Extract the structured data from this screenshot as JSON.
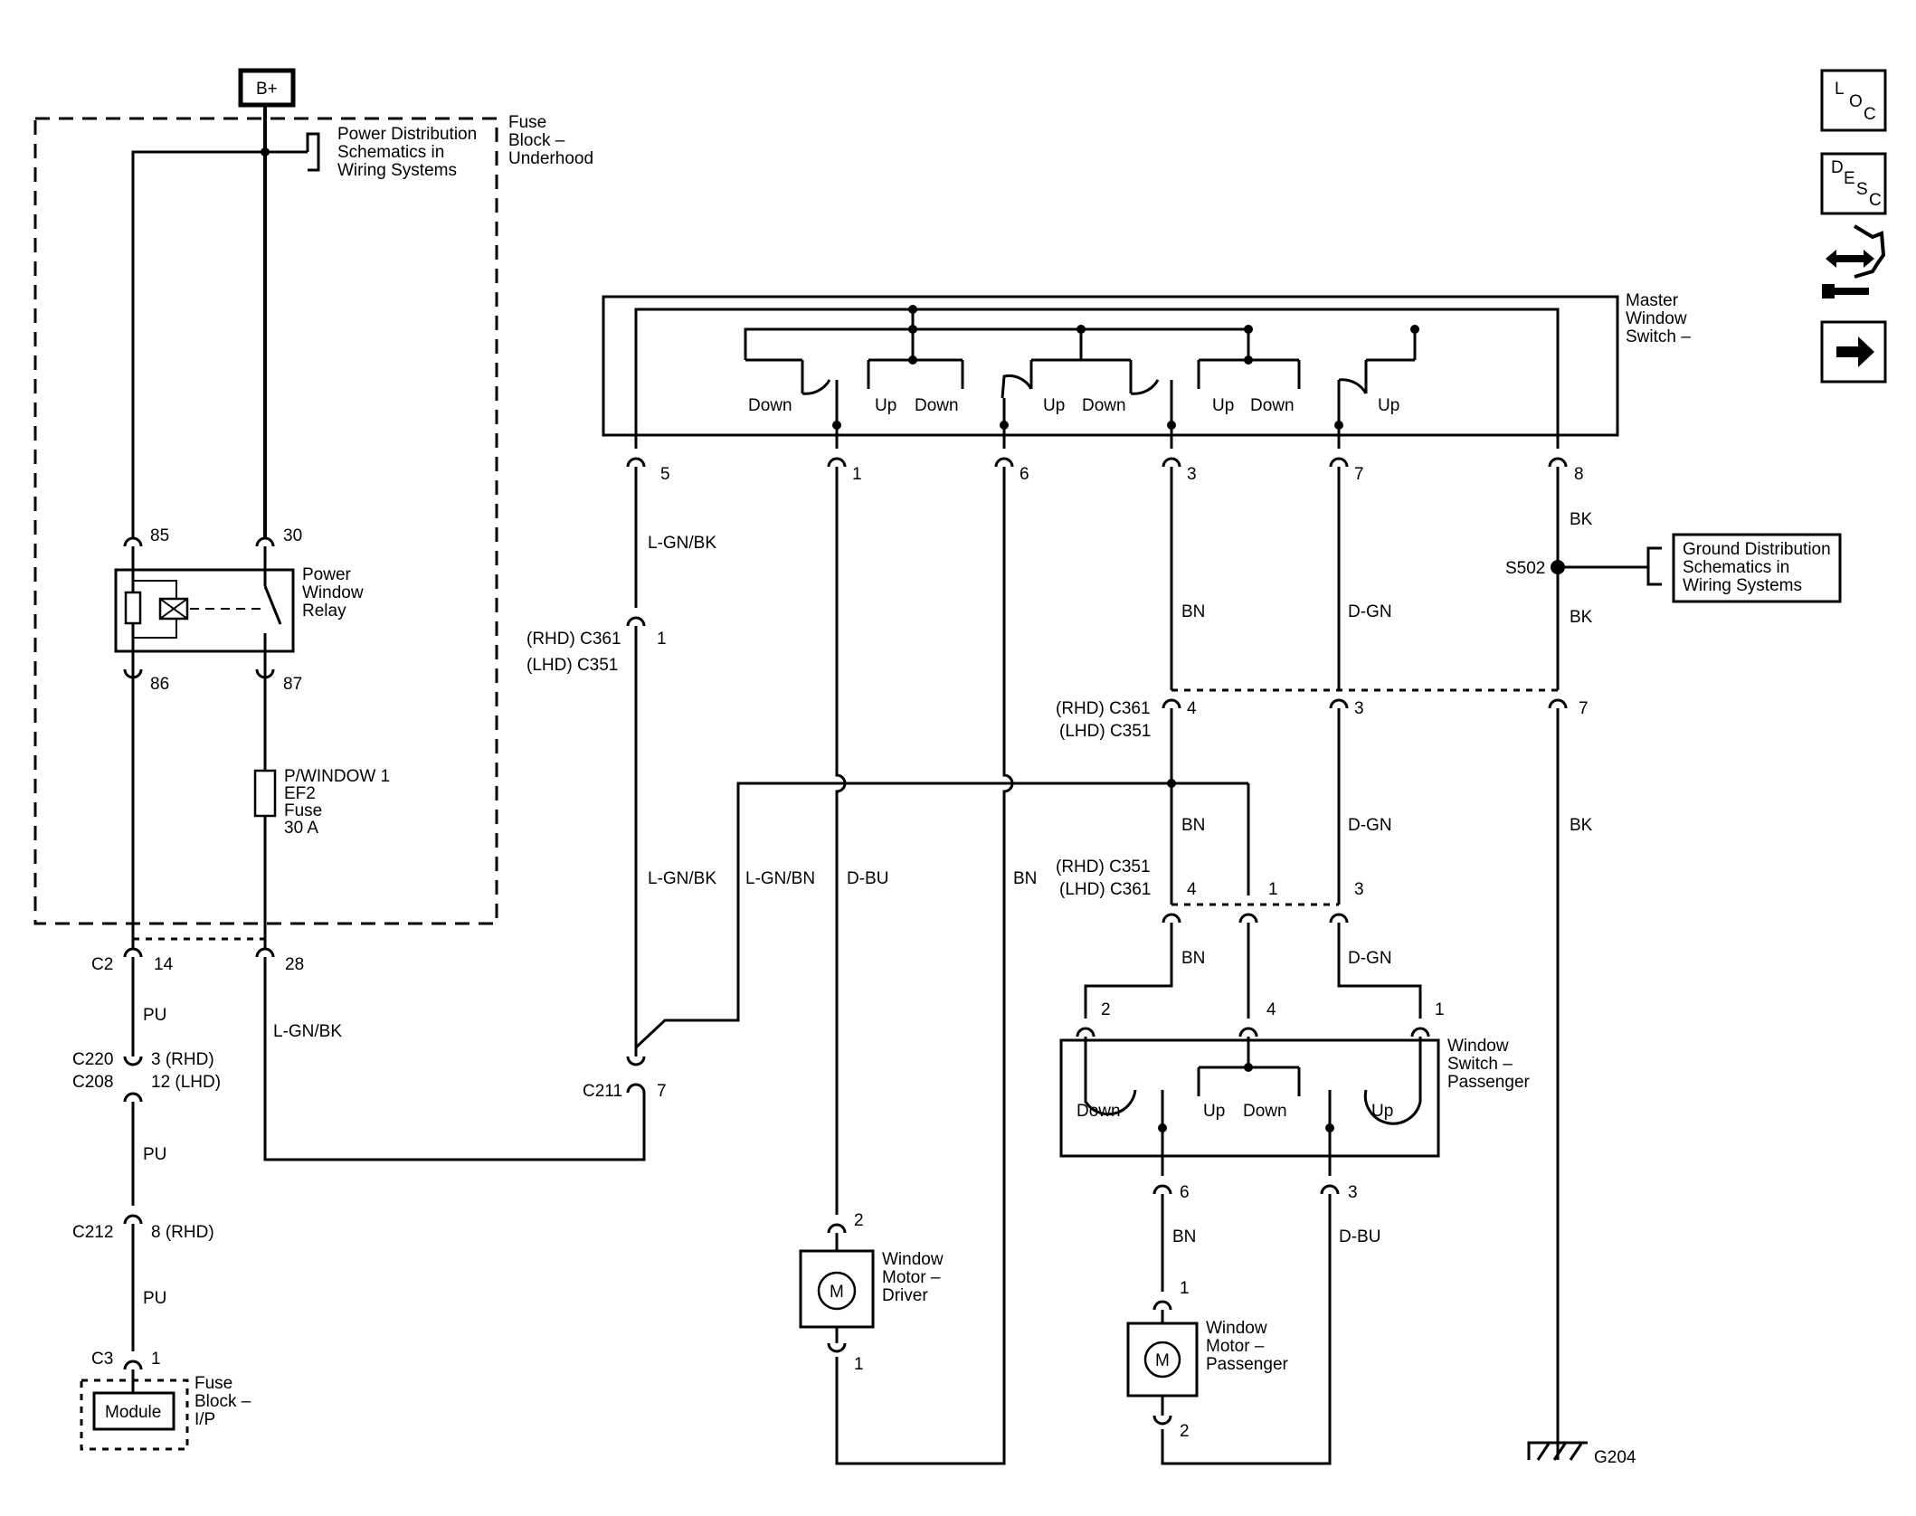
{
  "supply": {
    "label": "B+"
  },
  "fuse_block_underhood": {
    "label_1": "Fuse",
    "label_2": "Block –",
    "label_3": "Underhood"
  },
  "power_distribution_ref": {
    "line_1": "Power Distribution",
    "line_2": "Schematics in",
    "line_3": "Wiring Systems"
  },
  "relay": {
    "line_1": "Power",
    "line_2": "Window",
    "line_3": "Relay",
    "pin_85": "85",
    "pin_30": "30",
    "pin_86": "86",
    "pin_87": "87"
  },
  "fuse": {
    "line_1": "P/WINDOW 1",
    "line_2": "EF2",
    "line_3": "Fuse",
    "line_4": "30 A"
  },
  "left_connectors": {
    "c2": "C2",
    "c2_pin_14": "14",
    "c2_pin_28": "28",
    "c220": "C220",
    "c208": "C208",
    "c220_pin": "3 (RHD)",
    "c208_pin": "12 (LHD)",
    "c212": "C212",
    "c212_pin": "8 (RHD)",
    "c3": "C3",
    "c3_pin": "1"
  },
  "left_wires": {
    "pu_1": "PU",
    "pu_2": "PU",
    "pu_3": "PU",
    "lgnbk_feed": "L-GN/BK"
  },
  "module": {
    "label": "Module"
  },
  "fuse_block_ip": {
    "line_1": "Fuse",
    "line_2": "Block –",
    "line_3": "I/P"
  },
  "master_switch": {
    "title_1": "Master",
    "title_2": "Window",
    "title_3": "Switch –",
    "contacts": [
      "Down",
      "Up",
      "Down",
      "Up",
      "Down",
      "Up",
      "Down",
      "Up"
    ],
    "pins": [
      "5",
      "1",
      "6",
      "3",
      "7",
      "8"
    ]
  },
  "wires": {
    "lgnbk_1": "L-GN/BK",
    "lgnbk_2": "L-GN/BK",
    "lgnbn": "L-GN/BN",
    "dbu_1": "D-BU",
    "bn_motor": "BN",
    "bn_1": "BN",
    "bn_2": "BN",
    "bn_3": "BN",
    "bn_4": "BN",
    "dgn_1": "D-GN",
    "dgn_2": "D-GN",
    "dgn_3": "D-GN",
    "dbu_2": "D-BU",
    "bk_1": "BK",
    "bk_2": "BK",
    "bk_3": "BK"
  },
  "c361_left": {
    "rhd": "(RHD) C361",
    "lhd": "(LHD) C351",
    "pin": "1"
  },
  "c361_mid": {
    "rhd": "(RHD) C361",
    "lhd": "(LHD) C351",
    "pin_4": "4",
    "pin_3": "3",
    "pin_7": "7"
  },
  "c351_mid": {
    "rhd": "(RHD) C351",
    "lhd": "(LHD) C361",
    "pin_4": "4",
    "pin_1": "1",
    "pin_3": "3"
  },
  "c211": {
    "label": "C211",
    "pin": "7"
  },
  "ground_ref": {
    "splice": "S502",
    "line_1": "Ground Distribution",
    "line_2": "Schematics in",
    "line_3": "Wiring Systems"
  },
  "passenger_switch": {
    "title_1": "Window",
    "title_2": "Switch –",
    "title_3": "Passenger",
    "contacts": [
      "Down",
      "Up",
      "Down",
      "Up"
    ],
    "pin_2": "2",
    "pin_4": "4",
    "pin_1": "1",
    "pin_6": "6",
    "pin_3": "3"
  },
  "motor_driver": {
    "symbol": "M",
    "line_1": "Window",
    "line_2": "Motor –",
    "line_3": "Driver",
    "pin_top": "2",
    "pin_bottom": "1"
  },
  "motor_passenger": {
    "symbol": "M",
    "line_1": "Window",
    "line_2": "Motor –",
    "line_3": "Passenger",
    "pin_top": "1",
    "pin_bottom": "2"
  },
  "ground": {
    "label": "G204"
  },
  "nav": {
    "loc": [
      "L",
      "O",
      "C"
    ],
    "desc": [
      "D",
      "E",
      "S",
      "C"
    ]
  }
}
